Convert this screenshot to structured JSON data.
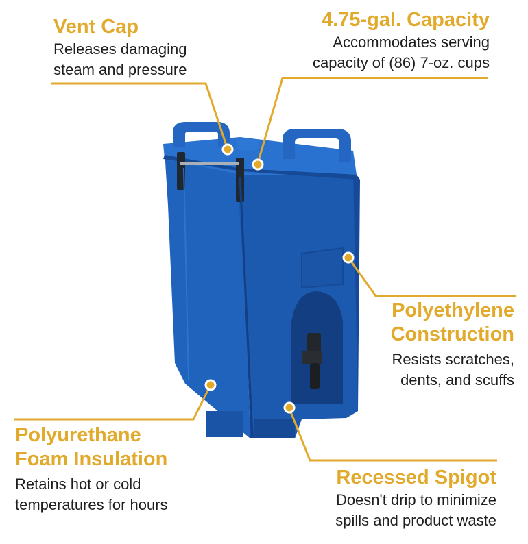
{
  "accent_color": "#e2aa2c",
  "product_color": "#1c5fb5",
  "callouts": {
    "vent_cap": {
      "title": "Vent Cap",
      "desc": [
        "Releases damaging",
        "steam and pressure"
      ]
    },
    "capacity": {
      "title": "4.75-gal. Capacity",
      "desc": [
        "Accommodates serving",
        "capacity of (86) 7-oz. cups"
      ]
    },
    "polyethylene": {
      "title": [
        "Polyethylene",
        "Construction"
      ],
      "desc": [
        "Resists scratches,",
        "dents, and scuffs"
      ]
    },
    "polyurethane": {
      "title": [
        "Polyurethane",
        "Foam Insulation"
      ],
      "desc": [
        "Retains hot or cold",
        "temperatures for hours"
      ]
    },
    "spigot": {
      "title": "Recessed Spigot",
      "desc": [
        "Doesn't drip to minimize",
        "spills and product waste"
      ]
    }
  }
}
